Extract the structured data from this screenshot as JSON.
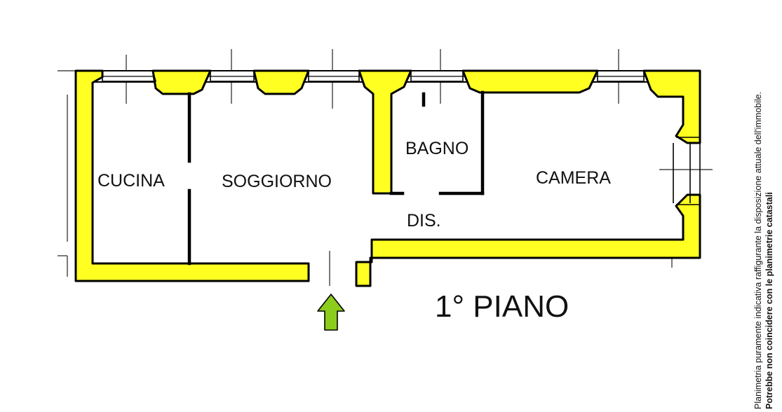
{
  "rooms": {
    "cucina": "CUCINA",
    "soggiorno": "SOGGIORNO",
    "bagno": "BAGNO",
    "camera": "CAMERA",
    "disimpegno": "DIS."
  },
  "floor_label": "1° PIANO",
  "disclaimer": {
    "line1": "Planimetria puramente indicativa raffigurante la disposizione attuale dell'immobile.",
    "line2": "Potrebbe non coincidere con le planimetrie catastali"
  },
  "colors": {
    "wall_fill": "#ffff22",
    "wall_stroke": "#000000",
    "entrance_arrow": "#8ccc1c"
  },
  "icons": {
    "entrance": "arrow-up-icon"
  }
}
